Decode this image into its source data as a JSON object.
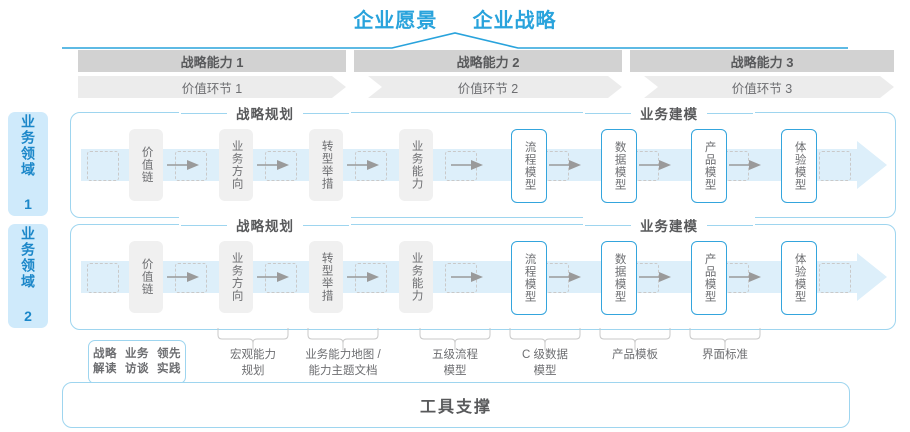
{
  "header": {
    "vision_label": "企业愿景",
    "strategy_label": "企业战略"
  },
  "capability_bands": [
    {
      "label": "战略能力 1"
    },
    {
      "label": "战略能力 2"
    },
    {
      "label": "战略能力 3"
    }
  ],
  "value_bands": [
    {
      "label": "价值环节 1"
    },
    {
      "label": "价值环节 2"
    },
    {
      "label": "价值环节 3"
    }
  ],
  "domains": [
    {
      "label": "业务领域 1"
    },
    {
      "label": "业务领域 2"
    }
  ],
  "sections": {
    "planning": "战略规划",
    "modeling": "业务建模"
  },
  "process_boxes": [
    {
      "label": "价值链",
      "style": "gray"
    },
    {
      "label": "业务方向",
      "style": "gray"
    },
    {
      "label": "转型举措",
      "style": "gray"
    },
    {
      "label": "业务能力",
      "style": "gray"
    },
    {
      "label": "流程模型",
      "style": "blue"
    },
    {
      "label": "数据模型",
      "style": "blue"
    },
    {
      "label": "产品模型",
      "style": "blue"
    },
    {
      "label": "体验模型",
      "style": "blue"
    }
  ],
  "bottom_labels": [
    {
      "label": "战略解读\n业务访谈\n领先实践",
      "boxed": true
    },
    {
      "label": "宏观能力\n规划",
      "boxed": false
    },
    {
      "label": "业务能力地图 /\n能力主题文档",
      "boxed": false
    },
    {
      "label": "五级流程\n模型",
      "boxed": false
    },
    {
      "label": "C 级数据\n模型",
      "boxed": false
    },
    {
      "label": "产品模板",
      "boxed": false
    },
    {
      "label": "界面标准",
      "boxed": false
    }
  ],
  "tool_support": {
    "label": "工具支撑"
  },
  "colors": {
    "accent_blue": "#29a3dc",
    "border_blue": "#9ed5ef",
    "box_blue": "#34a5dd",
    "tag_bg": "#cfeafb",
    "band_dark": "#d2d2d2",
    "band_light": "#ececec",
    "text_gray": "#6d6e71",
    "arrow_gray": "#9a9a9a"
  }
}
